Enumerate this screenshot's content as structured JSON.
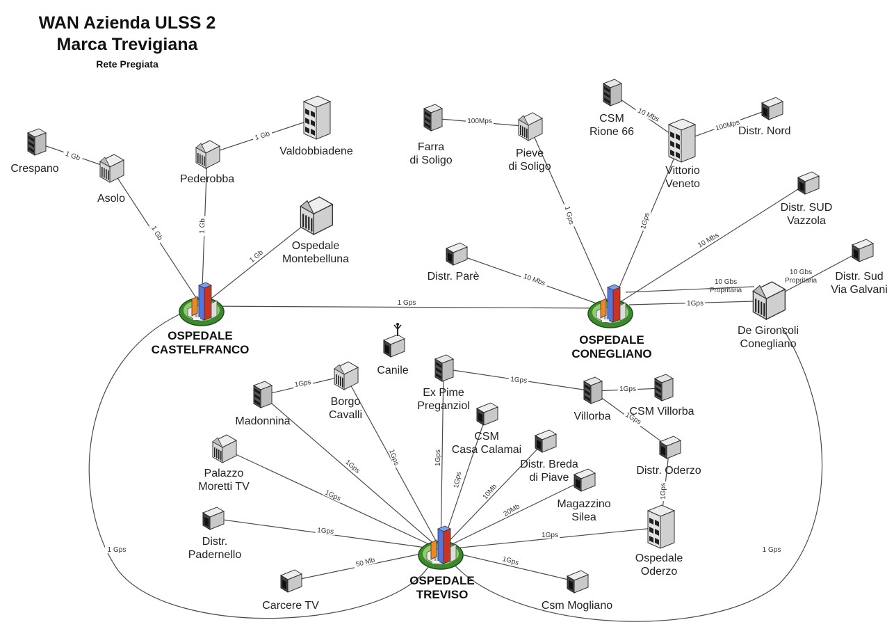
{
  "header": {
    "title_line1": "WAN Azienda ULSS 2",
    "title_line2": "Marca Trevigiana",
    "subtitle": "Rete Pregiata"
  },
  "colors": {
    "link": "#4a4a4a",
    "hub_green": "#3c8a2e",
    "building_blue": "#5577dd",
    "building_red": "#cc3322",
    "building_orange": "#ee8822"
  },
  "nodes": {
    "crespano": {
      "lines": [
        "Crespano"
      ],
      "icon": "server-icon"
    },
    "asolo": {
      "lines": [
        "Asolo"
      ],
      "icon": "building-icon"
    },
    "pederobba": {
      "lines": [
        "Pederobba"
      ],
      "icon": "building-icon"
    },
    "valdobbiadene": {
      "lines": [
        "Valdobbiadene"
      ],
      "icon": "rack-icon"
    },
    "montebelluna": {
      "lines": [
        "Ospedale",
        "Montebelluna"
      ],
      "icon": "building-icon"
    },
    "castelfranco": {
      "lines": [
        "OSPEDALE",
        "CASTELFRANCO"
      ],
      "icon": "hospital-hub-icon"
    },
    "farra": {
      "lines": [
        "Farra",
        "di Soligo"
      ],
      "icon": "server-icon"
    },
    "pieve": {
      "lines": [
        "Pieve",
        "di Soligo"
      ],
      "icon": "building-icon"
    },
    "csm_rione": {
      "lines": [
        "CSM",
        "Rione 66"
      ],
      "icon": "server-icon"
    },
    "vittorio": {
      "lines": [
        "Vittorio",
        "Veneto"
      ],
      "icon": "rack-icon"
    },
    "distr_nord": {
      "lines": [
        "Distr. Nord"
      ],
      "icon": "office-icon"
    },
    "distr_sud_vazzola": {
      "lines": [
        "Distr. SUD",
        "Vazzola"
      ],
      "icon": "office-icon"
    },
    "distr_pare": {
      "lines": [
        "Distr. Parè"
      ],
      "icon": "office-icon"
    },
    "conegliano": {
      "lines": [
        "OSPEDALE",
        "CONEGLIANO"
      ],
      "icon": "hospital-hub-icon"
    },
    "distr_sud_galvani": {
      "lines": [
        "Distr. Sud",
        "Via Galvani"
      ],
      "icon": "office-icon"
    },
    "de_gironcoli": {
      "lines": [
        "De Gironcoli",
        "Conegliano"
      ],
      "icon": "building-icon"
    },
    "canile": {
      "lines": [
        "Canile"
      ],
      "icon": "antenna-icon"
    },
    "madonnina": {
      "lines": [
        "Madonnina"
      ],
      "icon": "server-icon"
    },
    "borgo_cavalli": {
      "lines": [
        "Borgo",
        "Cavalli"
      ],
      "icon": "building-icon"
    },
    "ex_pime": {
      "lines": [
        "Ex Pime",
        "Preganziol"
      ],
      "icon": "server-icon"
    },
    "villorba": {
      "lines": [
        "Villorba"
      ],
      "icon": "server-icon"
    },
    "csm_villorba": {
      "lines": [
        "CSM Villorba"
      ],
      "icon": "server-icon"
    },
    "csm_casa_calamai": {
      "lines": [
        "CSM",
        "Casa Calamai"
      ],
      "icon": "office-icon"
    },
    "distr_breda": {
      "lines": [
        "Distr. Breda",
        "di Piave"
      ],
      "icon": "office-icon"
    },
    "palazzo_moretti": {
      "lines": [
        "Palazzo",
        "Moretti TV"
      ],
      "icon": "building-icon"
    },
    "magazzino_silea": {
      "lines": [
        "Magazzino",
        "Silea"
      ],
      "icon": "office-icon"
    },
    "distr_oderzo": {
      "lines": [
        "Distr. Oderzo"
      ],
      "icon": "office-icon"
    },
    "distr_padernello": {
      "lines": [
        "Distr.",
        "Padernello"
      ],
      "icon": "office-icon"
    },
    "ospedale_oderzo": {
      "lines": [
        "Ospedale",
        "Oderzo"
      ],
      "icon": "rack-icon"
    },
    "carcere": {
      "lines": [
        "Carcere TV"
      ],
      "icon": "office-icon"
    },
    "treviso": {
      "lines": [
        "OSPEDALE",
        "TREVISO"
      ],
      "icon": "hospital-hub-icon"
    },
    "csm_mogliano": {
      "lines": [
        "Csm Mogliano"
      ],
      "icon": "office-icon"
    }
  },
  "links": [
    {
      "from": "crespano",
      "to": "asolo",
      "label": "1 Gb"
    },
    {
      "from": "asolo",
      "to": "castelfranco",
      "label": "1 Gb"
    },
    {
      "from": "pederobba",
      "to": "valdobbiadene",
      "label": "1 Gb"
    },
    {
      "from": "pederobba",
      "to": "castelfranco",
      "label": "1 Gb"
    },
    {
      "from": "montebelluna",
      "to": "castelfranco",
      "label": "1 Gb"
    },
    {
      "from": "castelfranco",
      "to": "conegliano",
      "label": "1 Gps"
    },
    {
      "from": "farra",
      "to": "pieve",
      "label": "100Mps"
    },
    {
      "from": "pieve",
      "to": "conegliano",
      "label": "1 Gps"
    },
    {
      "from": "csm_rione",
      "to": "vittorio",
      "label": "10 Mbs"
    },
    {
      "from": "vittorio",
      "to": "distr_nord",
      "label": "100Mps"
    },
    {
      "from": "vittorio",
      "to": "conegliano",
      "label": "1Gps"
    },
    {
      "from": "distr_sud_vazzola",
      "to": "conegliano",
      "label": "10 Mbs"
    },
    {
      "from": "distr_pare",
      "to": "conegliano",
      "label": "10 Mbs"
    },
    {
      "from": "conegliano",
      "to": "de_gironcoli",
      "label": "10 Gbs Propritaria"
    },
    {
      "from": "conegliano",
      "to": "de_gironcoli",
      "label": "1Gps"
    },
    {
      "from": "de_gironcoli",
      "to": "distr_sud_galvani",
      "label": "10 Gbs Propritaria"
    },
    {
      "from": "madonnina",
      "to": "borgo_cavalli",
      "label": "1Gps"
    },
    {
      "from": "madonnina",
      "to": "treviso",
      "label": "1Gps"
    },
    {
      "from": "borgo_cavalli",
      "to": "treviso",
      "label": "1Gps"
    },
    {
      "from": "ex_pime",
      "to": "villorba",
      "label": "1Gps"
    },
    {
      "from": "ex_pime",
      "to": "treviso",
      "label": "1Gps"
    },
    {
      "from": "villorba",
      "to": "csm_villorba",
      "label": "1Gps"
    },
    {
      "from": "villorba",
      "to": "distr_oderzo",
      "label": "1Gps"
    },
    {
      "from": "distr_oderzo",
      "to": "ospedale_oderzo",
      "label": "1Gps"
    },
    {
      "from": "csm_casa_calamai",
      "to": "treviso",
      "label": "1Gps"
    },
    {
      "from": "distr_breda",
      "to": "treviso",
      "label": "10Mb"
    },
    {
      "from": "magazzino_silea",
      "to": "treviso",
      "label": "20Mb"
    },
    {
      "from": "palazzo_moretti",
      "to": "treviso",
      "label": "1Gps"
    },
    {
      "from": "distr_padernello",
      "to": "treviso",
      "label": "1Gps"
    },
    {
      "from": "ospedale_oderzo",
      "to": "treviso",
      "label": "1Gps"
    },
    {
      "from": "carcere",
      "to": "treviso",
      "label": "50 Mb"
    },
    {
      "from": "csm_mogliano",
      "to": "treviso",
      "label": "1Gps"
    },
    {
      "from": "castelfranco",
      "to": "treviso",
      "label": "1 Gps"
    },
    {
      "from": "de_gironcoli",
      "to": "treviso",
      "label": "1 Gps"
    }
  ]
}
